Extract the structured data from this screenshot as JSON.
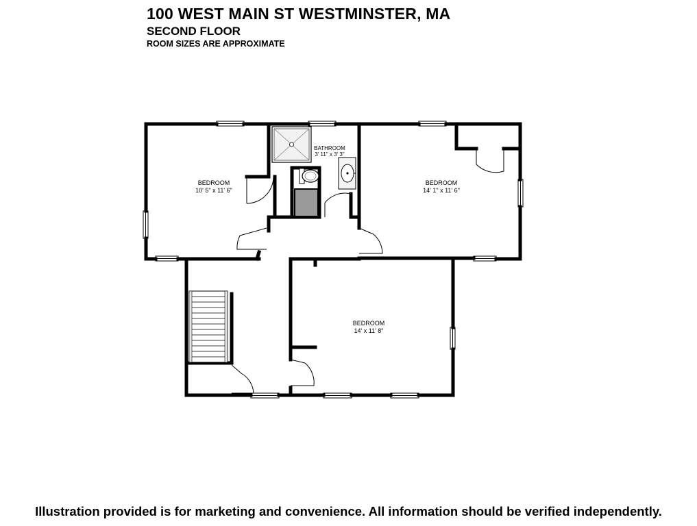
{
  "header": {
    "title": "100 WEST MAIN ST WESTMINSTER, MA",
    "floor": "SECOND FLOOR",
    "note": "ROOM SIZES ARE APPROXIMATE"
  },
  "rooms": [
    {
      "name": "BEDROOM",
      "size": "10' 5\" x 11' 6\""
    },
    {
      "name": "BATHROOM",
      "size": "3' 11\" x 3' 3\""
    },
    {
      "name": "BEDROOM",
      "size": "14' 1\" x 11' 6\""
    },
    {
      "name": "BEDROOM",
      "size": "14' x 11' 8\""
    }
  ],
  "footer": "Illustration provided is for marketing and convenience. All information should be verified independently.",
  "colors": {
    "wall": "#000000",
    "window": "#dddddd",
    "closet_fill": "#9a9a9a",
    "background": "#ffffff"
  }
}
